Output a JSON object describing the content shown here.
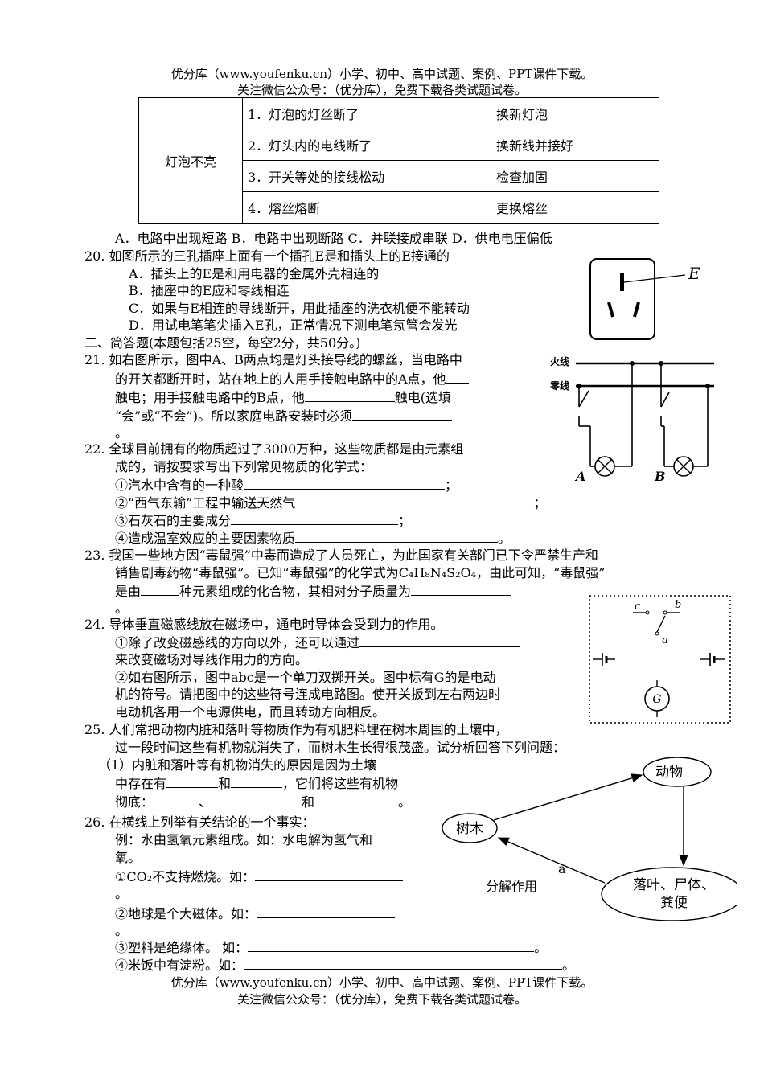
{
  "header": {
    "line1": "优分库（www.youfenku.cn）小学、初中、高中试题、案例、PPT课件下载。",
    "line2": "关注微信公众号：（优分库），免费下载各类试题试卷。"
  },
  "fault_table": {
    "category": "灯泡不亮",
    "rows": [
      {
        "cause": "1．灯泡的灯丝断了",
        "fix": "换新灯泡"
      },
      {
        "cause": "2．灯头内的电线断了",
        "fix": "换新线并接好"
      },
      {
        "cause": "3．开关等处的接线松动",
        "fix": "检查加固"
      },
      {
        "cause": "4．熔丝熔断",
        "fix": "更换熔丝"
      }
    ]
  },
  "q19_options": "A．电路中出现短路 B．电路中出现断路 C．并联接成串联 D．供电电压偏低",
  "q20": {
    "stem": "20.  如图所示的三孔插座上面有一个插孔E是和插头上的E接通的",
    "A": "A．插头上的E是和用电器的金属外壳相连的",
    "B": "B．插座中的E应和零线相连",
    "C": "C．如果与E相连的导线断开，用此插座的洗衣机便不能转动",
    "D": "D．用试电笔笔尖插入E孔，正常情况下测电笔氖管会发光",
    "socket_label": "E"
  },
  "section2": "二、简答题(本题包括25空，每空2分，共50分。)",
  "q21": {
    "l1": "21.  如右图所示，图中A、B两点均是灯头接导线的螺丝，当电路中",
    "l2": "的开关都断开时，站在地上的人用手接触电路中的A点，他",
    "l3a": "触电；用手接触电路中的B点，他",
    "l3b": "触电(选填",
    "l4": "“会”或“不会”)。所以家庭电路安装时必须",
    "l5": "。",
    "fire_label": "火线",
    "neutral_label": "零线",
    "point_a": "A",
    "point_b": "B"
  },
  "q22": {
    "l1": "22.  全球目前拥有的物质超过了3000万种，这些物质都是由元素组",
    "l2": "成的，请按要求写出下列常见物质的化学式：",
    "i1": "①汽水中含有的一种酸",
    "i2": "②“西气东输”工程中输送天然气",
    "i3": "③石灰石的主要成分",
    "i4": "④造成温室效应的主要因素物质",
    "semi": "；",
    "period": "。"
  },
  "q23": {
    "l1": "23.  我国一些地方因“毒鼠强”中毒而造成了人员死亡，为此国家有关部门已下令严禁生产和",
    "l2": "销售剧毒药物“毒鼠强”。已知“毒鼠强”的化学式为C₄H₈N₄S₂O₄，由此可知，“毒鼠强”",
    "l3a": "是由",
    "l3b": "种元素组成的化合物，其相对分子质量为",
    "l4": "。"
  },
  "q24": {
    "l1": "24.  导体垂直磁感线放在磁场中，通电时导体会受到力的作用。",
    "l2": "①除了改变磁感线的方向以外，还可以通过",
    "l3": "来改变磁场对导线作用力的方向。",
    "l4": "②如右图所示，图中abc是一个单刀双掷开关。图中标有G的是电动",
    "l5": "机的符号。请把图中的这些符号连成电路图。使开关扳到左右两边时",
    "l6": "电动机各用一个电源供电，而且转动方向相反。",
    "label_a": "a",
    "label_b": "b",
    "label_c": "c",
    "motor": "G"
  },
  "q25": {
    "l1": "25.  人们常把动物内脏和落叶等物质作为有机肥料埋在树木周围的土壤中，",
    "l2": "过一段时间这些有机物就消失了，而树木生长得很茂盛。试分析回答下列问题：",
    "l3": "（1）内脏和落叶等有机物消失的原因是因为土壤",
    "l4a": "中存在有",
    "l4b": "和",
    "l4c": "，它们将这些有机物",
    "l5a": "彻底：",
    "l5b": "、",
    "l5c": "和",
    "l5d": "。",
    "node_animal": "动物",
    "node_tree": "树木",
    "node_litter_1": "落叶、尸体、",
    "node_litter_2": "粪便",
    "arrow_label": "a",
    "process_label": "分解作用"
  },
  "q26": {
    "l1": "26.  在横线上列举有关结论的一个事实：",
    "l2": "例：水由氢氧元素组成。如：水电解为氢气和",
    "l3": "氧。",
    "i1": "①CO₂不支持燃烧。如：",
    "p1": "。",
    "i2": "②地球是个大磁体。如：",
    "p2": "。",
    "i3": "③塑料是绝缘体。   如：",
    "i3end": "。",
    "i4": "④米饭中有淀粉。如：",
    "i4end": "。"
  }
}
